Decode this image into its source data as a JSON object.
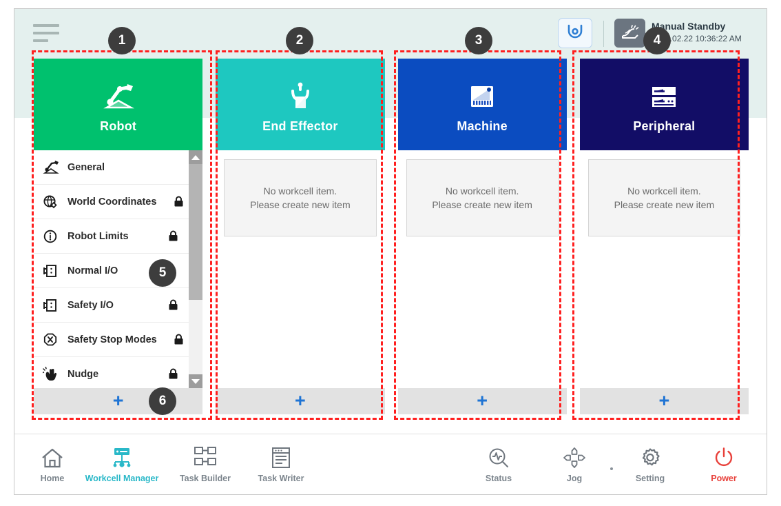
{
  "header": {
    "menu_icon": "hamburger-menu-icon",
    "pose_button_icon": "robot-home-pose-icon",
    "mode_icon": "manual-hand-icon",
    "status_title": "Manual Standby",
    "status_time": "2022.02.22 10:36:22 AM"
  },
  "cards": [
    {
      "id": "robot",
      "title": "Robot",
      "icon": "robot-arm-icon",
      "color": "#00c16e",
      "add_label": "+",
      "has_list": true
    },
    {
      "id": "end-effector",
      "title": "End Effector",
      "icon": "gripper-icon",
      "color": "#1ec8c0",
      "add_label": "+",
      "has_list": false,
      "empty_line1": "No workcell item.",
      "empty_line2": "Please create new item"
    },
    {
      "id": "machine",
      "title": "Machine",
      "icon": "machine-panel-icon",
      "color": "#0b4cc0",
      "add_label": "+",
      "has_list": false,
      "empty_line1": "No workcell item.",
      "empty_line2": "Please create new item"
    },
    {
      "id": "peripheral",
      "title": "Peripheral",
      "icon": "server-rack-icon",
      "color": "#120d66",
      "add_label": "+",
      "has_list": false,
      "empty_line1": "No workcell item.",
      "empty_line2": "Please create new item"
    }
  ],
  "robot_menu": [
    {
      "label": "General",
      "icon": "robot-arm-icon",
      "locked": false
    },
    {
      "label": "World Coordinates",
      "icon": "globe-axis-icon",
      "locked": true
    },
    {
      "label": "Robot Limits",
      "icon": "limits-circle-icon",
      "locked": true
    },
    {
      "label": "Normal I/O",
      "icon": "io-port-icon",
      "locked": false
    },
    {
      "label": "Safety I/O",
      "icon": "io-port-icon",
      "locked": true
    },
    {
      "label": "Safety Stop Modes",
      "icon": "stop-octagon-icon",
      "locked": true
    },
    {
      "label": "Nudge",
      "icon": "hand-nudge-icon",
      "locked": true
    }
  ],
  "scrollbar": {
    "up_arrow": "scroll-up-arrow-icon",
    "down_arrow": "scroll-down-arrow-icon"
  },
  "bottom_nav": {
    "left": [
      {
        "label": "Home",
        "icon": "home-icon",
        "active": false
      },
      {
        "label": "Workcell Manager",
        "icon": "workcell-manager-icon",
        "active": true
      },
      {
        "label": "Task Builder",
        "icon": "task-builder-icon",
        "active": false
      },
      {
        "label": "Task Writer",
        "icon": "task-writer-icon",
        "active": false
      }
    ],
    "right": [
      {
        "label": "Status",
        "icon": "status-scope-icon",
        "active": false
      },
      {
        "label": "Jog",
        "icon": "jog-dpad-icon",
        "active": false
      },
      {
        "label": "Setting",
        "icon": "gear-icon",
        "active": false
      },
      {
        "label": "Power",
        "icon": "power-icon",
        "active": false
      }
    ]
  },
  "annotations": [
    {
      "number": "1"
    },
    {
      "number": "2"
    },
    {
      "number": "3"
    },
    {
      "number": "4"
    },
    {
      "number": "5"
    },
    {
      "number": "6"
    }
  ]
}
